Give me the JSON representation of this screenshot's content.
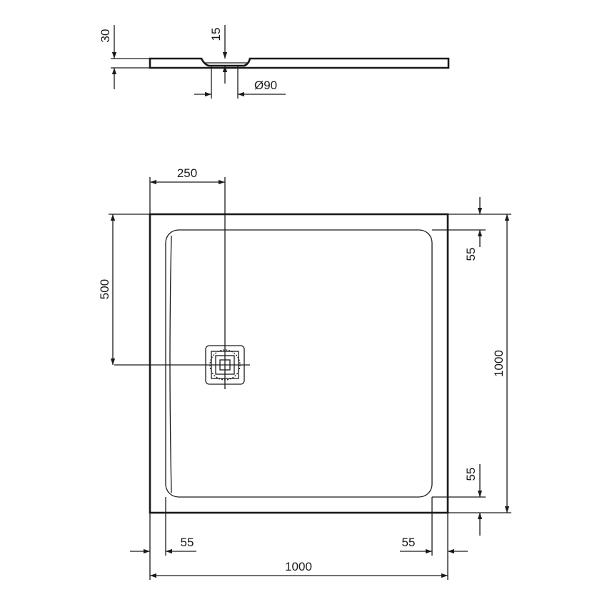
{
  "side_view": {
    "dim_height": "30",
    "dim_drain_depth": "15",
    "dim_drain_diameter": "Ø90"
  },
  "plan_view": {
    "dim_drain_x": "250",
    "dim_drain_y": "500",
    "dim_border_top": "55",
    "dim_border_bottom": "55",
    "dim_border_left": "55",
    "dim_border_right": "55",
    "dim_width": "1000",
    "dim_length": "1000"
  },
  "line_color": "#1a1a1a"
}
